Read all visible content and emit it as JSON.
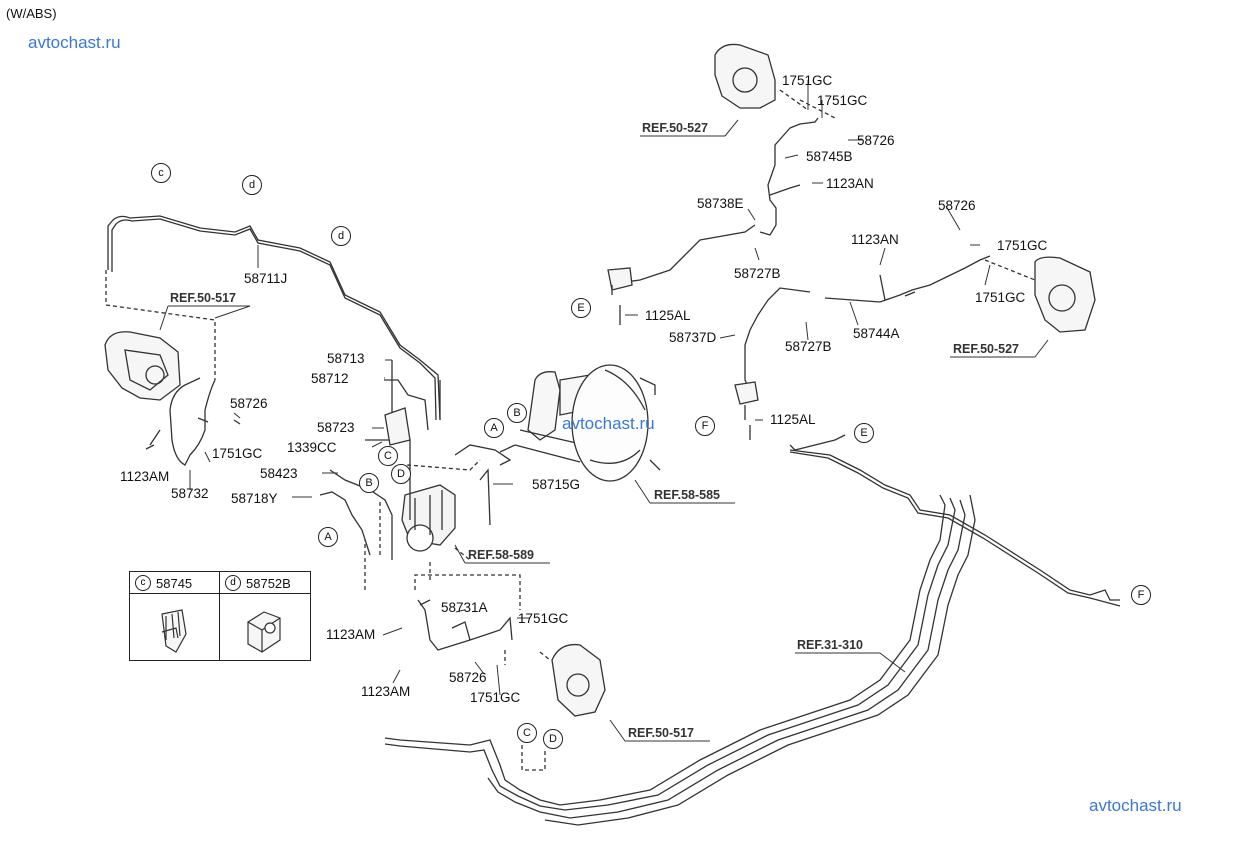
{
  "header": {
    "variant": "(W/ABS)"
  },
  "watermarks": [
    "avtochast.ru",
    "avtochast.ru",
    "avtochast.ru"
  ],
  "part_labels": {
    "p58711J": "58711J",
    "p58713": "58713",
    "p58712": "58712",
    "p58723": "58723",
    "p1339CC": "1339CC",
    "p58423": "58423",
    "p58718Y": "58718Y",
    "p58726_left": "58726",
    "p1751GC_left": "1751GC",
    "p1123AM_left": "1123AM",
    "p58732": "58732",
    "p58715G": "58715G",
    "p58731A": "58731A",
    "p1751GC_mid_top": "1751GC",
    "p1123AM_mid_top": "1123AM",
    "p1123AM_mid_bot": "1123AM",
    "p58726_mid": "58726",
    "p1751GC_mid_bot": "1751GC",
    "p1751GC_tr1": "1751GC",
    "p1751GC_tr2": "1751GC",
    "p58726_tr": "58726",
    "p58745B": "58745B",
    "p1123AN_top": "1123AN",
    "p58738E": "58738E",
    "p58727B_1": "58727B",
    "p1125AL_1": "1125AL",
    "p58726_r": "58726",
    "p1123AN_r": "1123AN",
    "p1751GC_r1": "1751GC",
    "p1751GC_r2": "1751GC",
    "p58737D": "58737D",
    "p58744A": "58744A",
    "p58727B_2": "58727B",
    "p1125AL_2": "1125AL"
  },
  "references": {
    "ref_50_517_top": "REF.50-517",
    "ref_50_527_top": "REF.50-527",
    "ref_50_527_right": "REF.50-527",
    "ref_58_585": "REF.58-585",
    "ref_58_589": "REF.58-589",
    "ref_31_310": "REF.31-310",
    "ref_50_517_bottom": "REF.50-517"
  },
  "callouts": {
    "c_top": "c",
    "d_top1": "d",
    "d_top2": "d",
    "A_left": "A",
    "B_left": "B",
    "C_left": "C",
    "D_left": "D",
    "A_mc": "A",
    "B_mc": "B",
    "E_right": "E",
    "F_right": "F",
    "E_line": "E",
    "F_line": "F",
    "C_bottom": "C",
    "D_bottom": "D"
  },
  "legend": {
    "c": {
      "letter": "c",
      "code": "58745"
    },
    "d": {
      "letter": "d",
      "code": "58752B"
    }
  }
}
